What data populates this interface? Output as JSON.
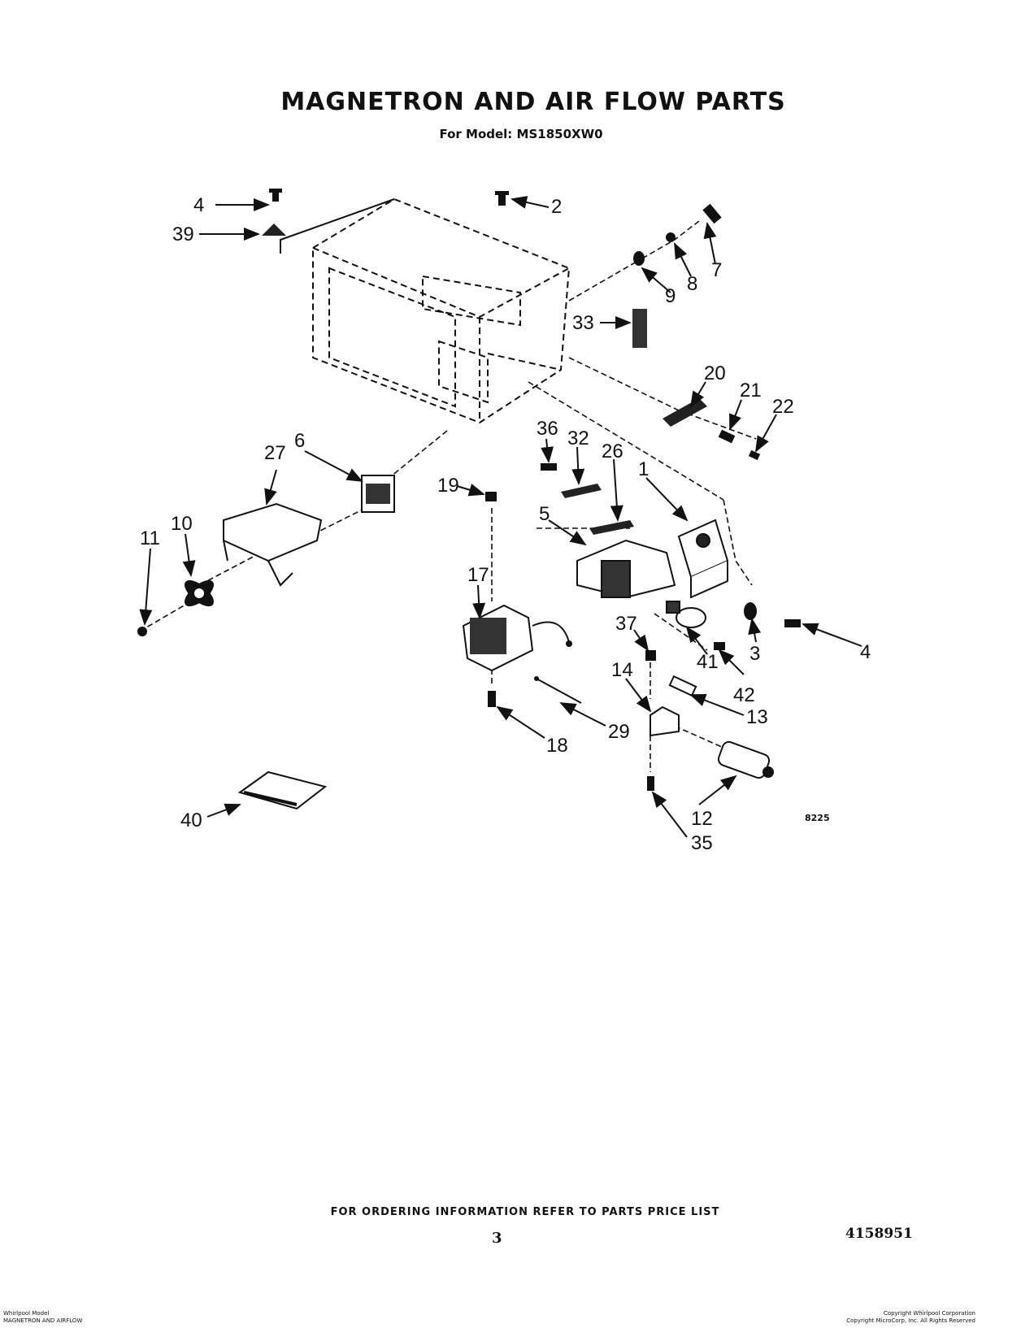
{
  "header": {
    "title": "MAGNETRON AND AIR FLOW PARTS",
    "subtitle": "For Model: MS1850XW0"
  },
  "diagram": {
    "callouts": [
      "4",
      "39",
      "2",
      "7",
      "8",
      "9",
      "33",
      "20",
      "21",
      "22",
      "36",
      "32",
      "26",
      "1",
      "27",
      "6",
      "19",
      "5",
      "10",
      "11",
      "17",
      "37",
      "14",
      "41",
      "42",
      "3",
      "4",
      "13",
      "29",
      "18",
      "12",
      "35",
      "40"
    ],
    "code": "8225"
  },
  "footer": {
    "note": "FOR ORDERING INFORMATION REFER TO PARTS PRICE LIST",
    "page_number": "3",
    "doc_number": "4158951",
    "bottom_left_1": "Whirlpool Model",
    "bottom_left_2": "MAGNETRON AND AIRFLOW",
    "bottom_right_1": "Copyright Whirlpool Corporation",
    "bottom_right_2": "Copyright MicroCorp, Inc. All Rights Reserved"
  }
}
